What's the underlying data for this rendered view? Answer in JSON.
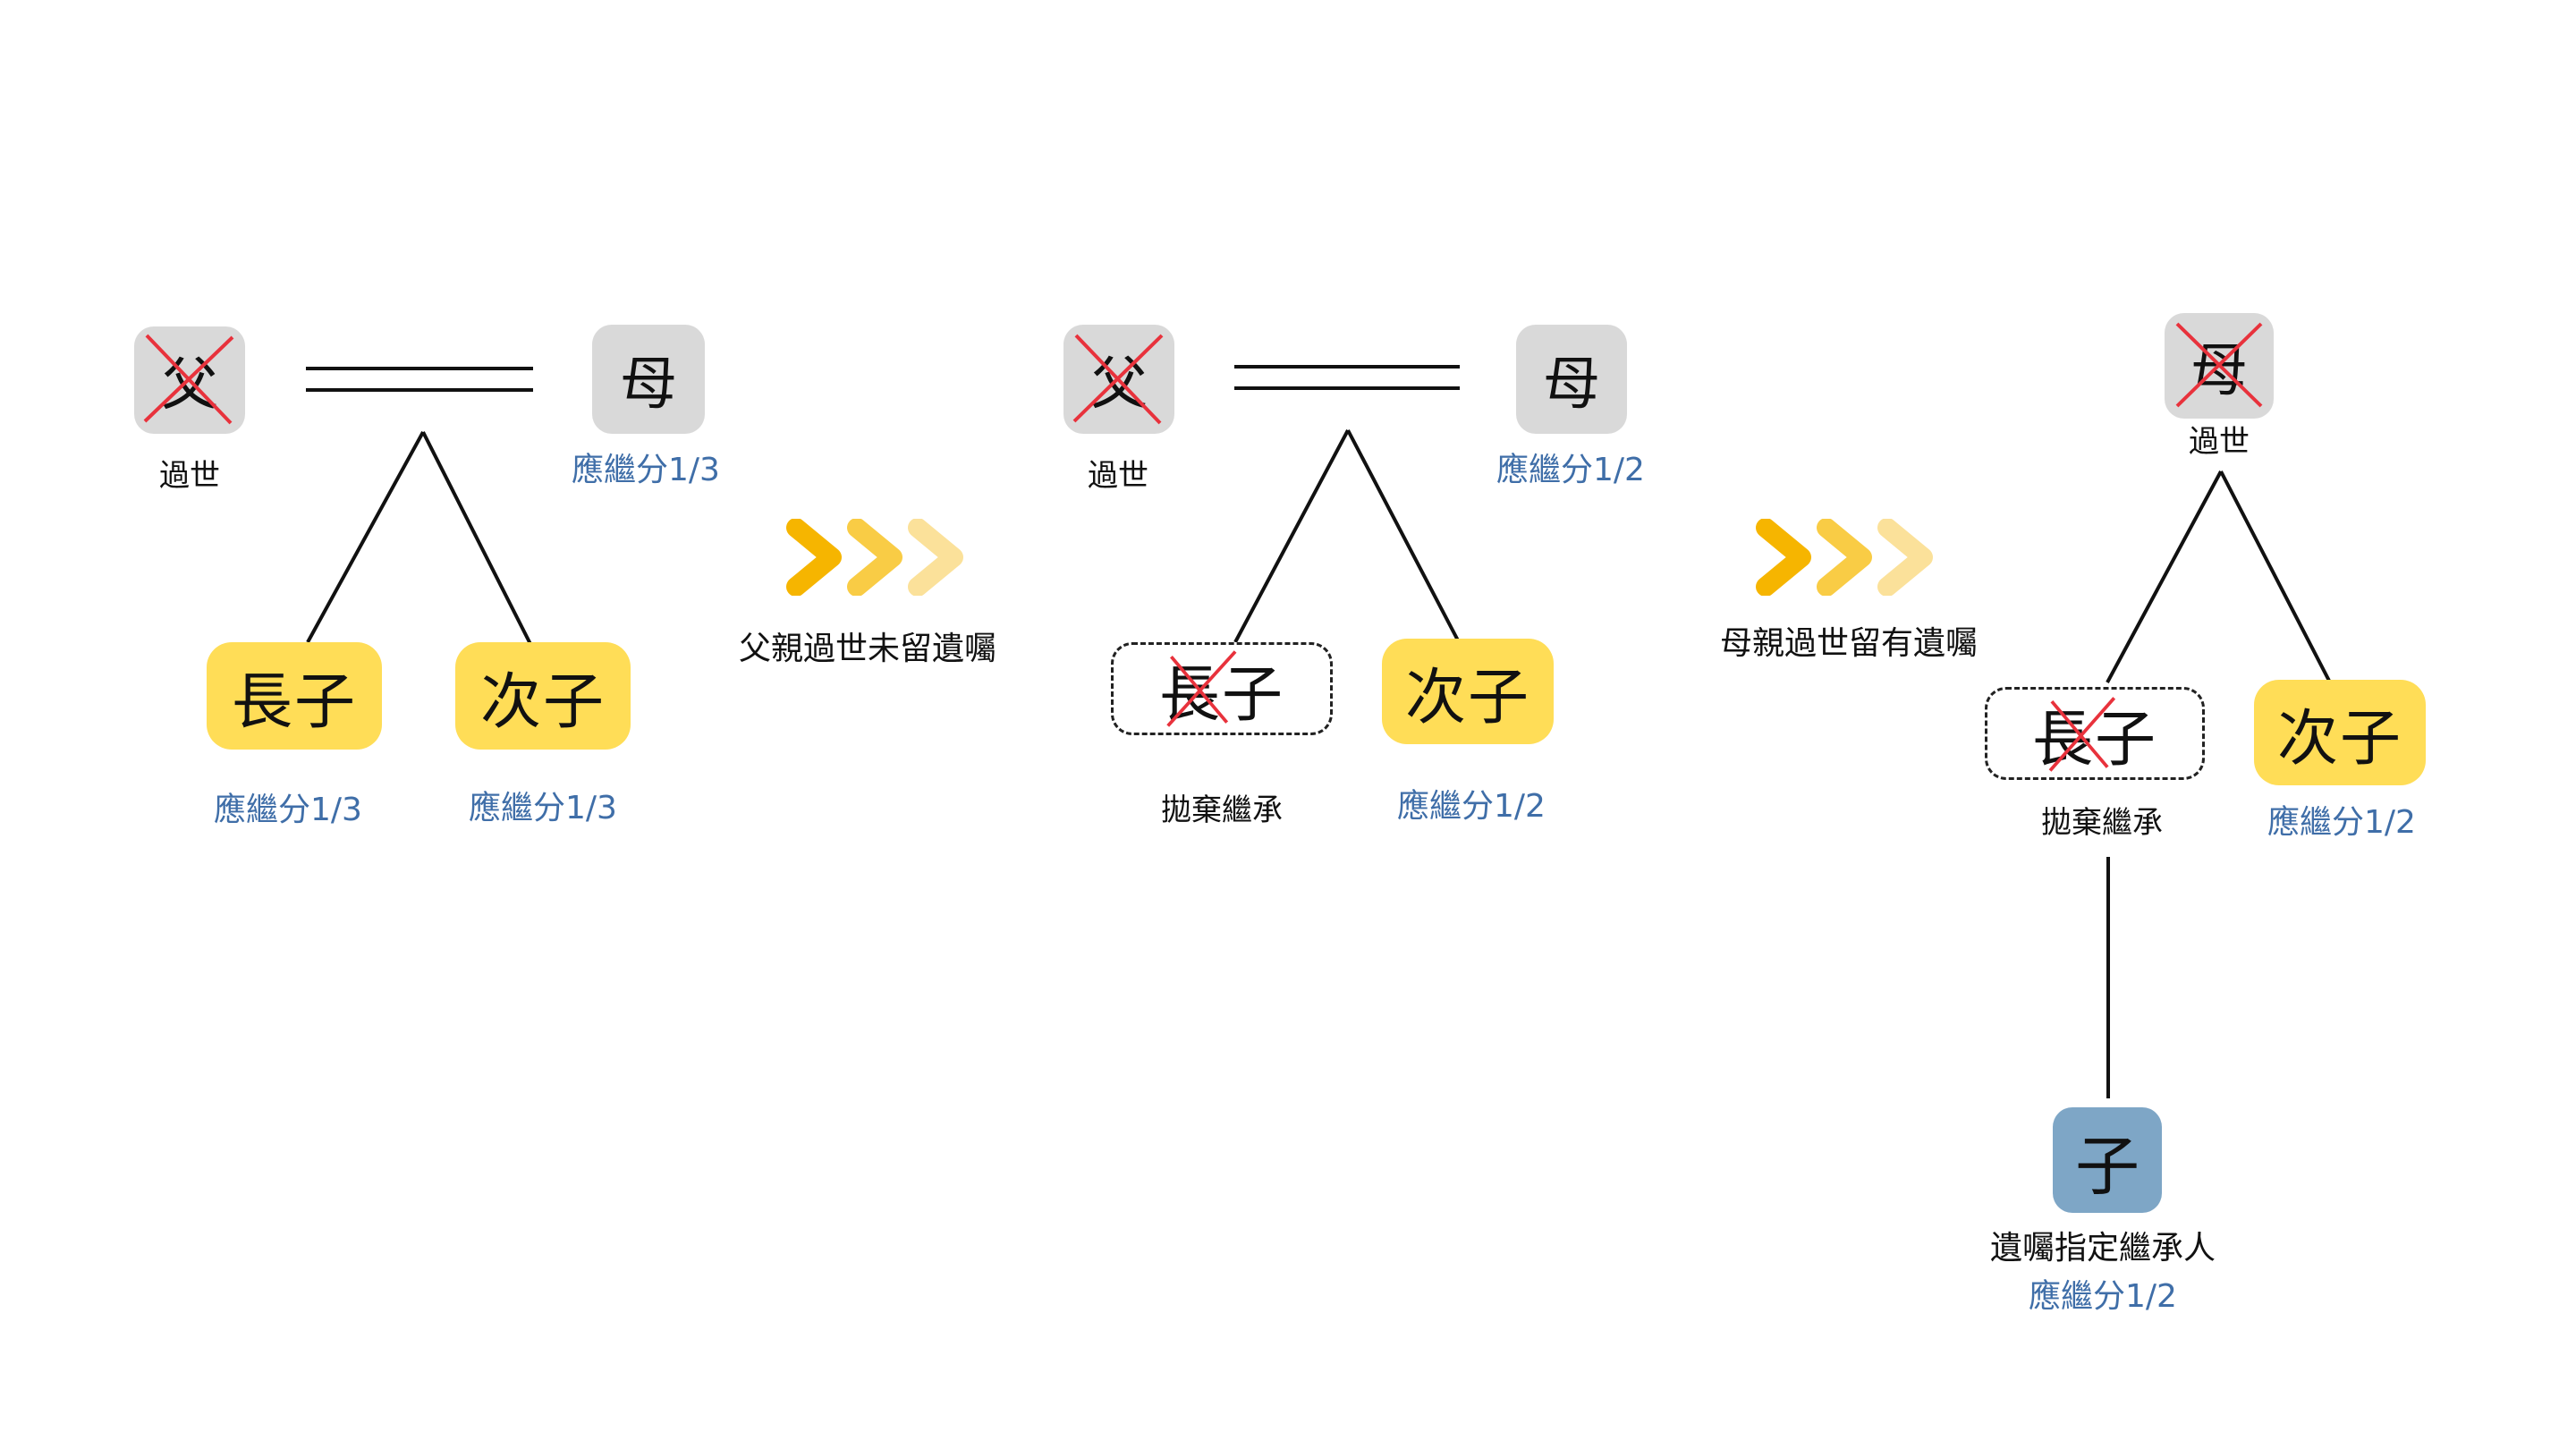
{
  "stage1": {
    "father": "父",
    "father_note": "過世",
    "mother": "母",
    "mother_share": "應繼分1/3",
    "son1": "長子",
    "son1_share": "應繼分1/3",
    "son2": "次子",
    "son2_share": "應繼分1/3"
  },
  "transition1": {
    "caption": "父親過世未留遺囑"
  },
  "stage2": {
    "father": "父",
    "father_note": "過世",
    "mother": "母",
    "mother_share": "應繼分1/2",
    "son1": "長子",
    "son1_note": "拋棄繼承",
    "son2": "次子",
    "son2_share": "應繼分1/2"
  },
  "transition2": {
    "caption": "母親過世留有遺囑"
  },
  "stage3": {
    "mother": "母",
    "mother_note": "過世",
    "son1": "長子",
    "son1_note": "拋棄繼承",
    "son2": "次子",
    "son2_share": "應繼分1/2",
    "grandchild": "子",
    "grandchild_note": "遺囑指定繼承人",
    "grandchild_share": "應繼分1/2"
  },
  "colors": {
    "person_gray": "#d9d9d9",
    "child_yellow": "#ffdd57",
    "designee_blue": "#7ea6c6",
    "share_text": "#3f6ea8",
    "cross_red": "#e8323c",
    "chevron": [
      "#f6b500",
      "#f9cc45",
      "#fbe19a"
    ]
  },
  "icons": {
    "transition": "triple-chevron-right-icon",
    "deceased": "red-x-cross-icon"
  }
}
